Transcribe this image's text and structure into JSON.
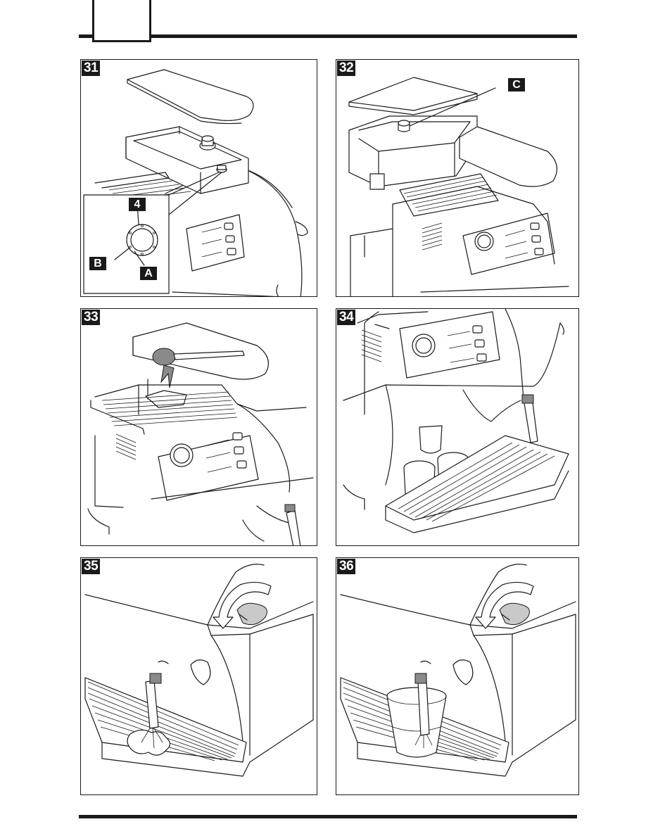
{
  "steps": [
    {
      "number": "31",
      "callouts": [
        "4",
        "B",
        "A"
      ]
    },
    {
      "number": "32",
      "callouts": [
        "C"
      ]
    },
    {
      "number": "33",
      "callouts": []
    },
    {
      "number": "34",
      "callouts": []
    },
    {
      "number": "35",
      "callouts": []
    },
    {
      "number": "36",
      "callouts": []
    }
  ],
  "icons": [
    "coffee-cup-icon",
    "hot-water-icon",
    "steam-icon",
    "power-icon",
    "rotate-arrow-icon"
  ],
  "colors": {
    "ink": "#1a1a1a",
    "paper": "#ffffff",
    "knob_grey": "#8a8a8a"
  }
}
